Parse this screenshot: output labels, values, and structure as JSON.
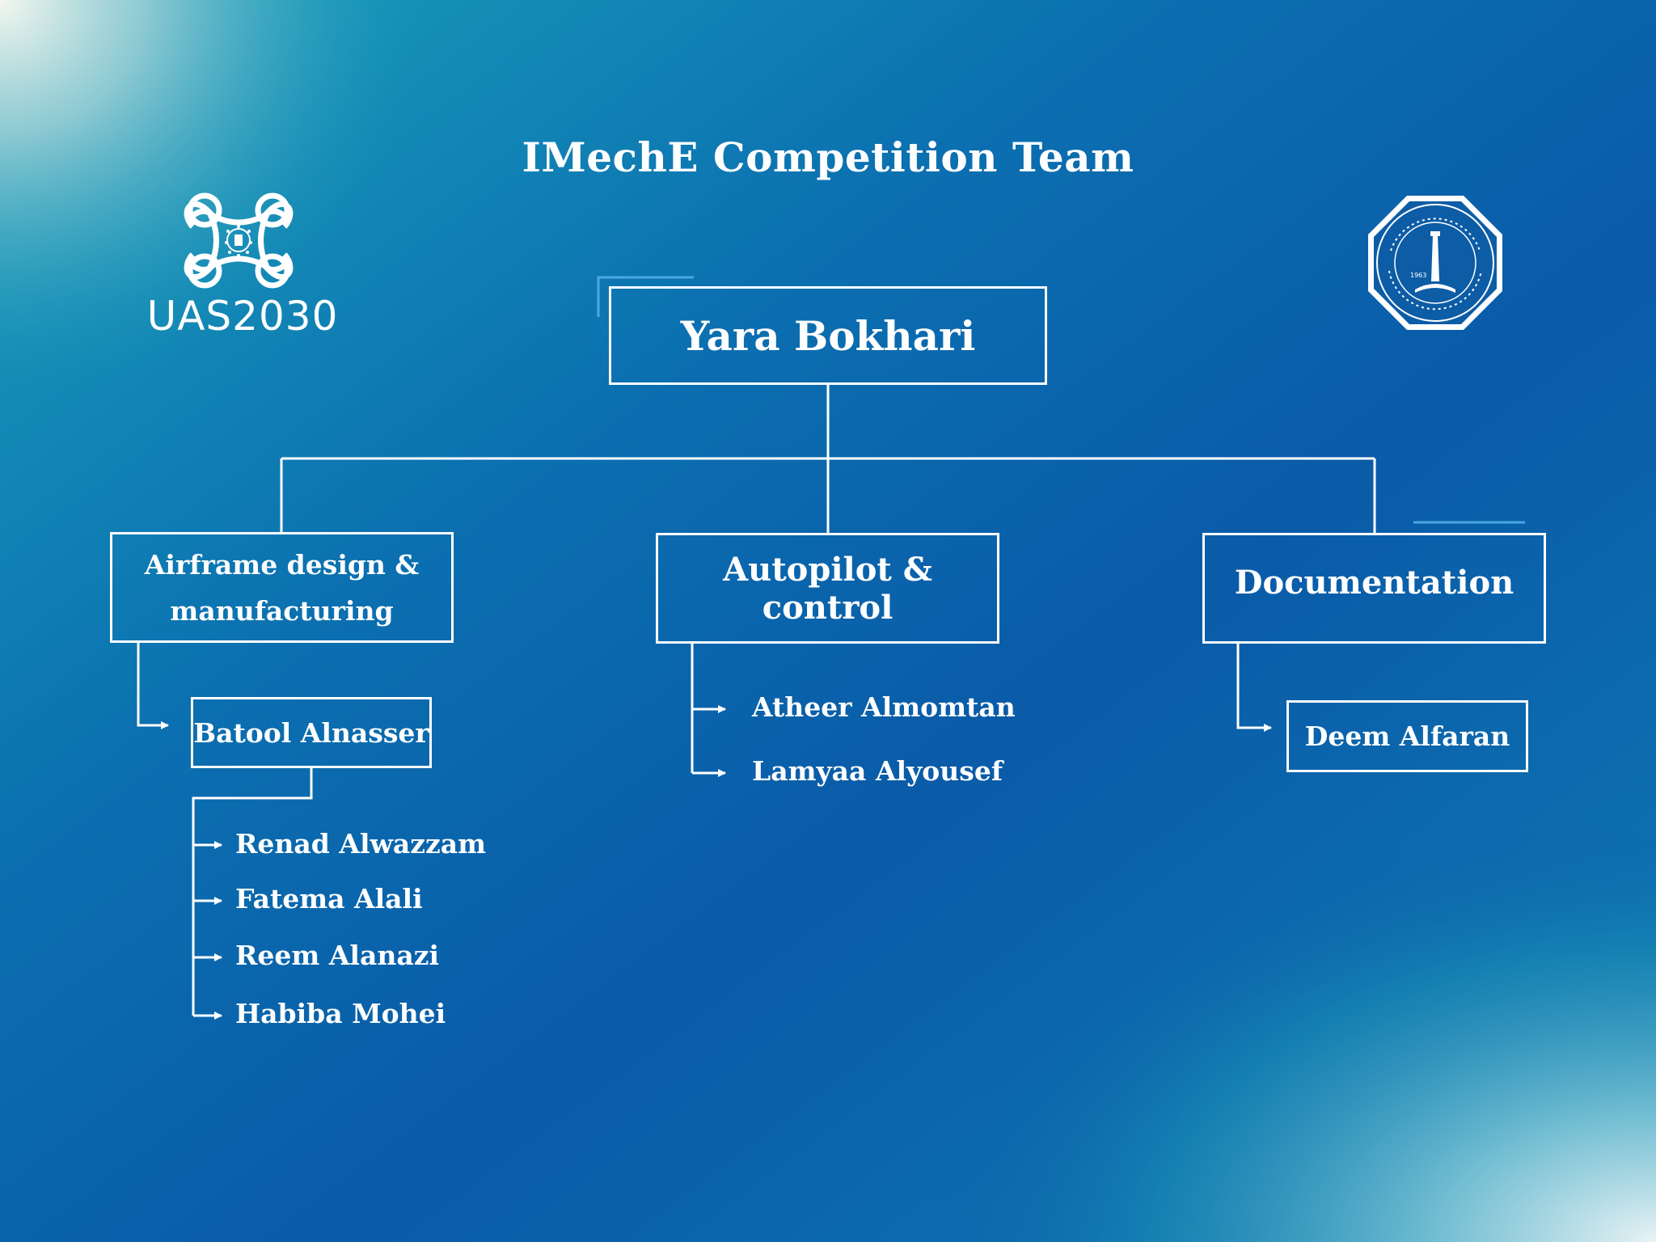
{
  "title": "IMechE Competition Team",
  "logos": {
    "uas": {
      "text": "UAS2030",
      "icon": "drone-icon"
    },
    "seal": {
      "icon": "university-seal-icon",
      "year_label": "1963"
    }
  },
  "leader": {
    "name": "Yara Bokhari"
  },
  "teams": [
    {
      "label_line1": "Airframe design &",
      "label_line2": "manufacturing",
      "lead": "Batool Alnasser",
      "members": [
        "Renad Alwazzam",
        "Fatema Alali",
        "Reem Alanazi",
        "Habiba Mohei"
      ]
    },
    {
      "label": "Autopilot & control",
      "members": [
        "Atheer Almomtan",
        "Lamyaa Alyousef"
      ]
    },
    {
      "label": "Documentation",
      "lead": "Deem Alfaran"
    }
  ],
  "colors": {
    "accent_line": "#4aa8e0",
    "stroke": "#ffffff",
    "bg_dark": "#0a5aa8",
    "bg_teal": "#1b9ab8"
  }
}
